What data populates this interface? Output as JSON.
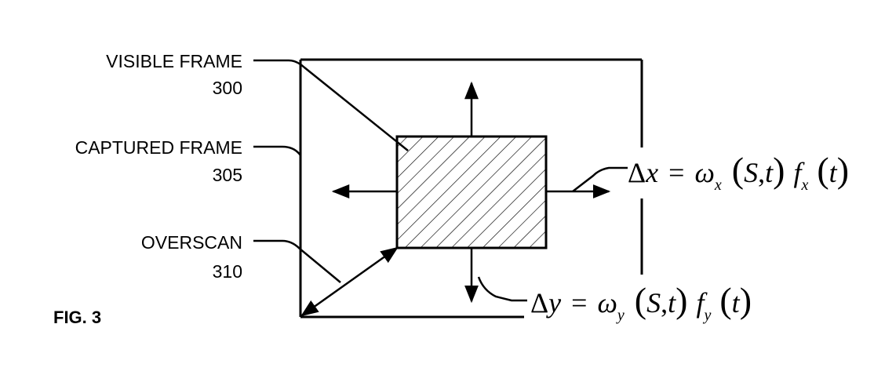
{
  "labels": {
    "visible_frame": {
      "name": "VISIBLE FRAME",
      "number": "300"
    },
    "captured_frame": {
      "name": "CAPTURED FRAME",
      "number": "305"
    },
    "overscan": {
      "name": "OVERSCAN",
      "number": "310"
    }
  },
  "figure_label": "FIG. 3",
  "equations": {
    "dx": {
      "delta": "Δ",
      "var": "x",
      "eq": "=",
      "omega": "ω",
      "sub": "x",
      "lparen": "(",
      "S": "S",
      "comma": ",",
      "t": "t",
      "rparen": ")",
      "f": "f",
      "fsub": "x",
      "lparen2": "(",
      "t2": "t",
      "rparen2": ")"
    },
    "dy": {
      "delta": "Δ",
      "var": "y",
      "eq": "=",
      "omega": "ω",
      "sub": "y",
      "lparen": "(",
      "S": "S",
      "comma": ",",
      "t": "t",
      "rparen": ")",
      "f": "f",
      "fsub": "y",
      "lparen2": "(",
      "t2": "t",
      "rparen2": ")"
    }
  },
  "colors": {
    "line": "#000000",
    "background": "#ffffff"
  }
}
